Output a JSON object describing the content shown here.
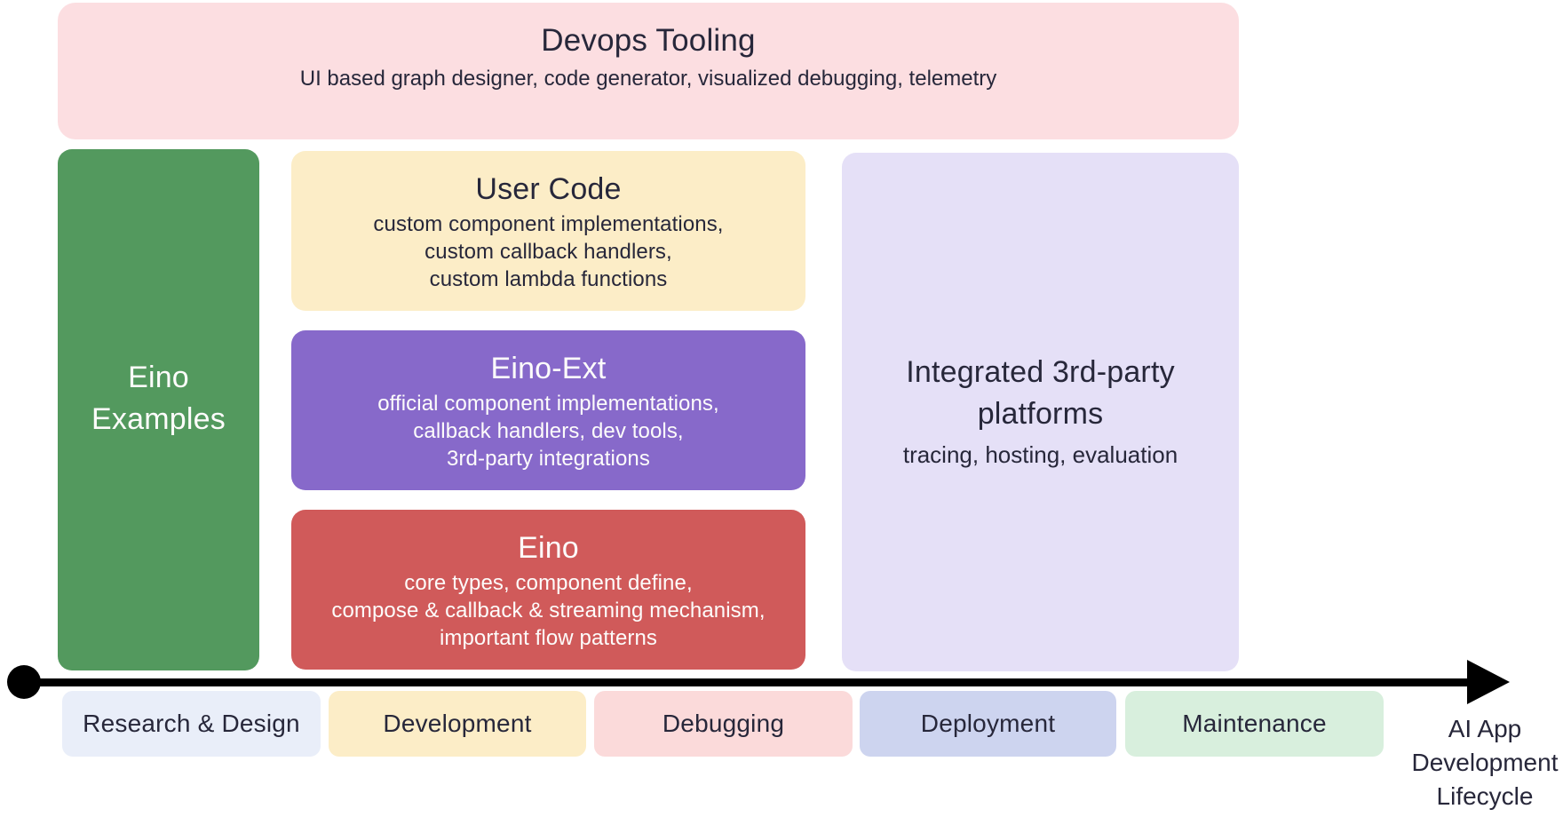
{
  "palette": {
    "dark_text": "#27273a",
    "light_text": "#fdfcfb",
    "arrow": "#000000",
    "background": "#ffffff"
  },
  "devops": {
    "title": "Devops Tooling",
    "subtitle": "UI based graph designer, code generator, visualized debugging, telemetry",
    "bg": "#fcdee1"
  },
  "examples": {
    "lines": [
      "Eino",
      "Examples"
    ],
    "bg": "#53995e"
  },
  "stack": [
    {
      "title": "User Code",
      "lines": [
        "custom component implementations,",
        "custom callback handlers,",
        "custom lambda functions"
      ],
      "bg": "#fcedc7"
    },
    {
      "title": "Eino-Ext",
      "lines": [
        "official component implementations,",
        "callback handlers, dev tools,",
        "3rd-party integrations"
      ],
      "bg": "#8769ca"
    },
    {
      "title": "Eino",
      "lines": [
        "core types, component define,",
        "compose & callback & streaming mechanism,",
        "important flow patterns"
      ],
      "bg": "#d05a5a"
    }
  ],
  "platforms": {
    "title_lines": [
      "Integrated 3rd-party",
      "platforms"
    ],
    "subtitle": "tracing, hosting, evaluation",
    "bg": "#e5e0f7"
  },
  "timeline": {
    "stages": [
      {
        "label": "Research & Design",
        "bg": "#e9eef9"
      },
      {
        "label": "Development",
        "bg": "#fcedc7"
      },
      {
        "label": "Debugging",
        "bg": "#fbdada"
      },
      {
        "label": "Deployment",
        "bg": "#cdd4ef"
      },
      {
        "label": "Maintenance",
        "bg": "#d8efdd"
      }
    ],
    "caption_lines": [
      "AI App",
      "Development",
      "Lifecycle"
    ]
  }
}
